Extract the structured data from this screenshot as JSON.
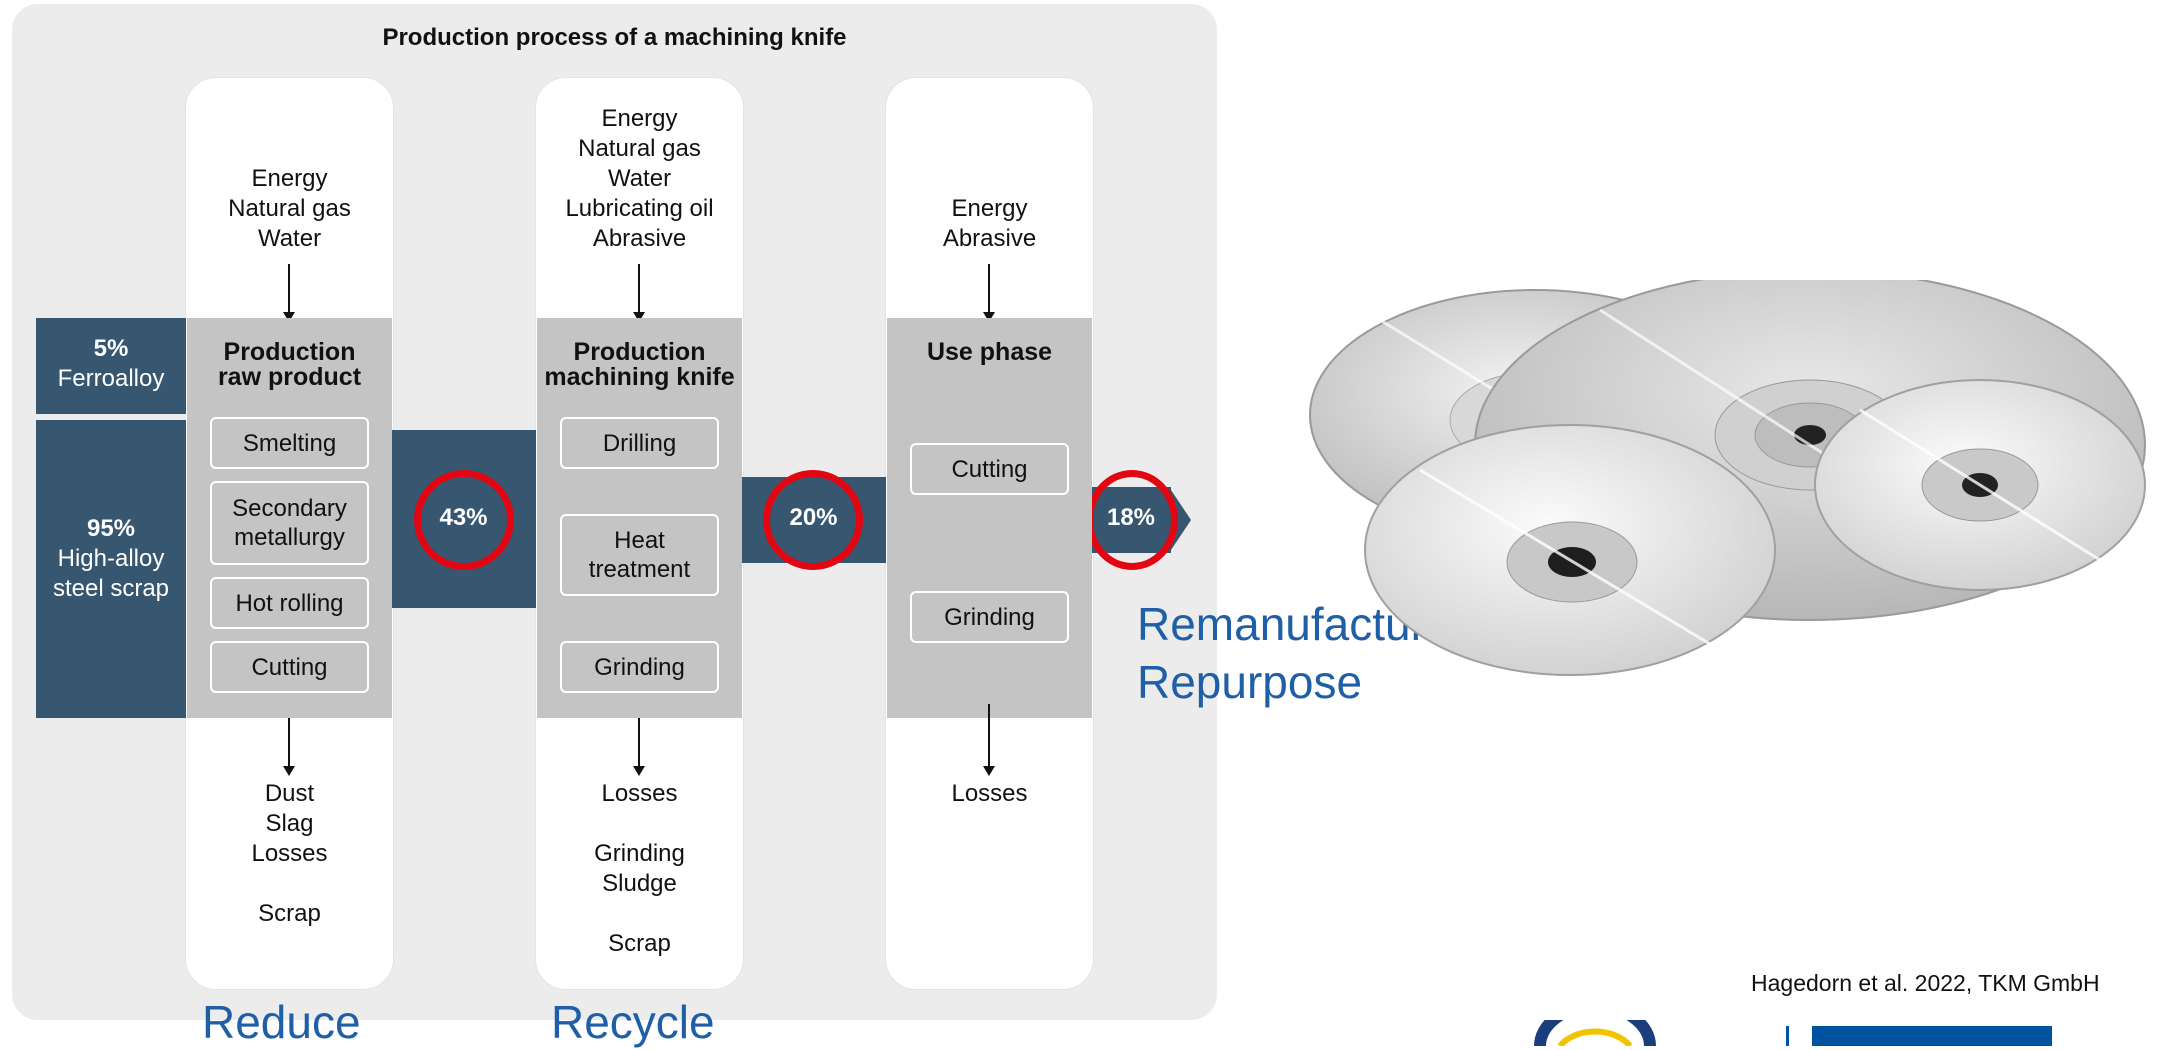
{
  "title": "Production process of a machining knife",
  "inputs": {
    "ferroalloy_pct": "5%",
    "ferroalloy_label": "Ferroalloy",
    "scrap_pct": "95%",
    "scrap_label": "High-alloy\nsteel scrap"
  },
  "stages": [
    {
      "resources": "Energy\nNatural gas\nWater",
      "title": "Production\nraw product",
      "steps": [
        "Smelting",
        "Secondary\nmetallurgy",
        "Hot rolling",
        "Cutting"
      ],
      "outputs": "Dust\nSlag\nLosses\n\nScrap"
    },
    {
      "resources": "Energy\nNatural gas\nWater\nLubricating oil\nAbrasive",
      "title": "Production\nmachining knife",
      "steps": [
        "Drilling",
        "Heat\ntreatment",
        "Grinding"
      ],
      "outputs": "Losses\n\nGrinding\nSludge\n\nScrap"
    },
    {
      "resources": "Energy\nAbrasive",
      "title": "Use phase",
      "steps": [
        "Cutting",
        "Grinding"
      ],
      "outputs": "Losses"
    }
  ],
  "flows": [
    "43%",
    "20%",
    "18%"
  ],
  "r_labels": {
    "reduce": "Reduce",
    "recycle": "Recycle",
    "remanufacture": "Remanufacture",
    "repurpose": "Repurpose"
  },
  "credit": "Hagedorn et al. 2022, TKM GmbH",
  "colors": {
    "flow_blue": "#37566f",
    "process_gray": "#c4c4c4",
    "ring_red": "#e20613",
    "r_blue": "#1f5fa8"
  }
}
